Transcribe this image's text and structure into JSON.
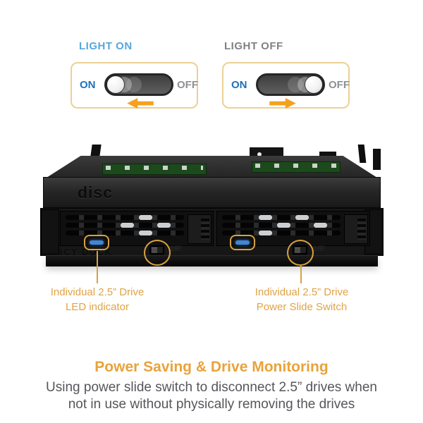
{
  "toggles": {
    "left": {
      "title": "LIGHT ON",
      "on": "ON",
      "off": "OFF",
      "arrow_direction": "left"
    },
    "right": {
      "title": "LIGHT OFF",
      "on": "ON",
      "off": "OFF",
      "arrow_direction": "right"
    }
  },
  "device": {
    "bezel_text": "disc",
    "brand": "ICY DOCK",
    "bays": [
      {
        "marking_on": "ON",
        "marking_off": "OFF",
        "led": "blue-led",
        "switch": "power-slide-switch"
      },
      {
        "marking_on": "ON",
        "marking_off": "OFF",
        "led": "blue-led",
        "switch": "power-slide-switch"
      }
    ]
  },
  "callouts": {
    "led": {
      "line1": "Individual 2.5” Drive",
      "line2": "LED indicator"
    },
    "switch": {
      "line1": "Individual 2.5” Drive",
      "line2": "Power Slide Switch"
    }
  },
  "footer": {
    "title": "Power Saving & Drive Monitoring",
    "body_line1": "Using power slide switch to disconnect 2.5” drives when",
    "body_line2": "not in use without physically removing the drives"
  },
  "colors": {
    "accent_orange": "#F4A11E",
    "callout_orange": "#DFA348",
    "title_orange": "#E8A33B",
    "label_blue": "#56A7DC",
    "on_blue": "#1C71BE",
    "off_gray": "#8E9093",
    "card_border": "#ECD095",
    "led_blue": "#3F86D6",
    "body_gray": "#55565A"
  }
}
